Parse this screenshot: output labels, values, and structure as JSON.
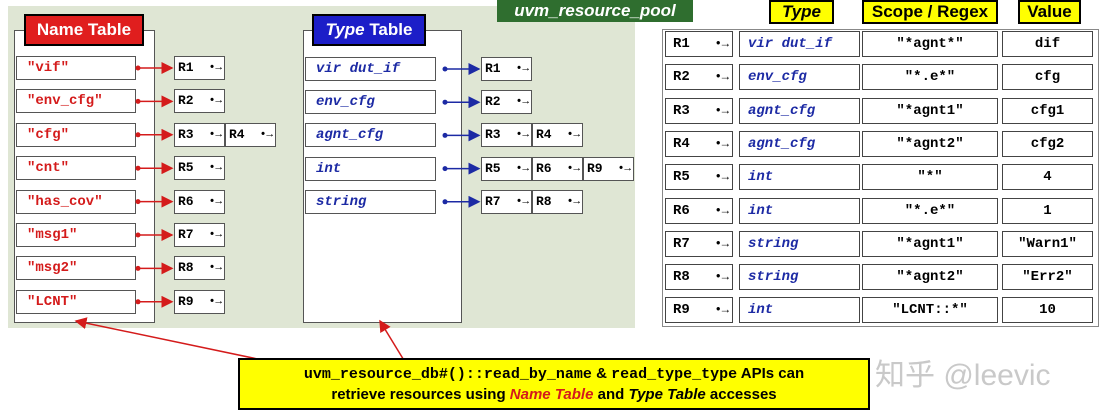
{
  "pool_title": "uvm_resource_pool",
  "name_table": {
    "title": "Name Table",
    "rows": [
      {
        "key": "\"vif\"",
        "refs": [
          "R1"
        ]
      },
      {
        "key": "\"env_cfg\"",
        "refs": [
          "R2"
        ]
      },
      {
        "key": "\"cfg\"",
        "refs": [
          "R3",
          "R4"
        ]
      },
      {
        "key": "\"cnt\"",
        "refs": [
          "R5"
        ]
      },
      {
        "key": "\"has_cov\"",
        "refs": [
          "R6"
        ]
      },
      {
        "key": "\"msg1\"",
        "refs": [
          "R7"
        ]
      },
      {
        "key": "\"msg2\"",
        "refs": [
          "R8"
        ]
      },
      {
        "key": "\"LCNT\"",
        "refs": [
          "R9"
        ]
      }
    ]
  },
  "type_table": {
    "title_type": "Type",
    "title_table": "Table",
    "rows": [
      {
        "key": "vir dut_if",
        "refs": [
          "R1"
        ]
      },
      {
        "key": "env_cfg",
        "refs": [
          "R2"
        ]
      },
      {
        "key": "agnt_cfg",
        "refs": [
          "R3",
          "R4"
        ]
      },
      {
        "key": "int",
        "refs": [
          "R5",
          "R6",
          "R9"
        ]
      },
      {
        "key": "string",
        "refs": [
          "R7",
          "R8"
        ]
      }
    ]
  },
  "resources": {
    "headers": {
      "type": "Type",
      "scope": "Scope / Regex",
      "value": "Value"
    },
    "rows": [
      {
        "id": "R1",
        "type": "vir dut_if",
        "scope": "\"*agnt*\"",
        "value": "dif"
      },
      {
        "id": "R2",
        "type": "env_cfg",
        "scope": "\"*.e*\"",
        "value": "cfg"
      },
      {
        "id": "R3",
        "type": "agnt_cfg",
        "scope": "\"*agnt1\"",
        "value": "cfg1"
      },
      {
        "id": "R4",
        "type": "agnt_cfg",
        "scope": "\"*agnt2\"",
        "value": "cfg2"
      },
      {
        "id": "R5",
        "type": "int",
        "scope": "\"*\"",
        "value": "4"
      },
      {
        "id": "R6",
        "type": "int",
        "scope": "\"*.e*\"",
        "value": "1"
      },
      {
        "id": "R7",
        "type": "string",
        "scope": "\"*agnt1\"",
        "value": "\"Warn1\""
      },
      {
        "id": "R8",
        "type": "string",
        "scope": "\"*agnt2\"",
        "value": "\"Err2\""
      },
      {
        "id": "R9",
        "type": "int",
        "scope": "\"LCNT::*\"",
        "value": "10"
      }
    ]
  },
  "note": {
    "api1": "uvm_resource_db#()::read_by_name",
    "amp": "&",
    "api2": "read_type_type",
    "text1": "APIs can",
    "text2": "retrieve resources using",
    "name_table": "Name Table",
    "and": "and",
    "type_table": "Type Table",
    "text3": "accesses"
  },
  "watermark": "知乎 @leevic",
  "colors": {
    "name_red": "#d41b1b",
    "type_blue": "#1c2aa4",
    "pool_green": "#2f6e2f",
    "pool_bg": "#dfe6d4",
    "header_yellow": "#ffff00"
  }
}
